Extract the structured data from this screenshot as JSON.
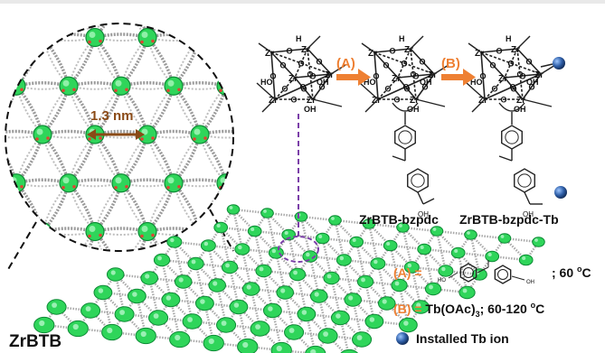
{
  "labels": {
    "pore_size": "1.3 nm",
    "step_a": "(A)",
    "step_b": "(B)",
    "framework": "ZrBTB",
    "product_a": "ZrBTB-bzpdc",
    "product_b": "ZrBTB-bzpdc-Tb"
  },
  "cluster_atoms": {
    "zr": "Zr",
    "o": "O",
    "h": "H",
    "oh": "OH",
    "ho": "HO"
  },
  "legend": {
    "a_prefix": "(A) =",
    "a_condition": "; 60 ",
    "b_prefix": "(B) =",
    "b_condition": " Tb(OAc)",
    "b_sub": "3",
    "b_tail": "; 60-120 ",
    "degree_o": "o",
    "celsius": "C",
    "tb_ion": "Installed Tb ion",
    "acid_ho": "HO",
    "acid_oh": "OH"
  },
  "colors": {
    "accent": "#ee8033",
    "tb_ion": "#2f5fa8",
    "cluster": "#2fd55a",
    "linker": "#9a9a9a",
    "dashed_line": "#7b3fa8",
    "pore_arrow": "#8a4a16"
  }
}
